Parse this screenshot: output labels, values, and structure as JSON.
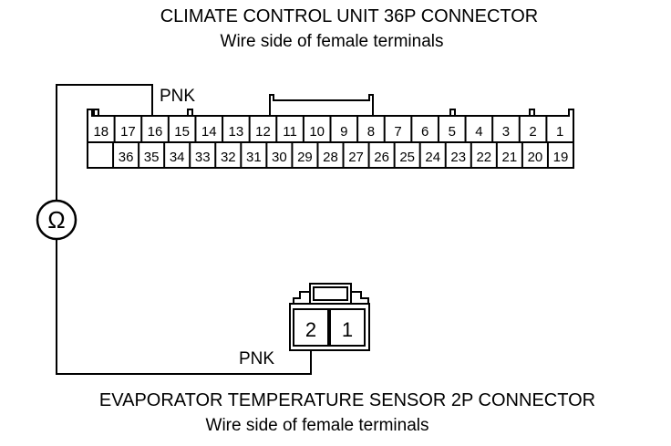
{
  "top_connector": {
    "title": "CLIMATE CONTROL UNIT 36P CONNECTOR",
    "subtitle": "Wire side of female terminals",
    "row1_pins": [
      "18",
      "17",
      "16",
      "15",
      "14",
      "13",
      "12",
      "11",
      "10",
      "9",
      "8",
      "7",
      "6",
      "5",
      "4",
      "3",
      "2",
      "1"
    ],
    "row2_pins": [
      "",
      "36",
      "35",
      "34",
      "33",
      "32",
      "31",
      "30",
      "29",
      "28",
      "27",
      "26",
      "25",
      "24",
      "23",
      "22",
      "21",
      "20",
      "19"
    ]
  },
  "wire": {
    "color_label_top": "PNK",
    "color_label_bottom": "PNK",
    "meter_symbol": "Ω",
    "meter_icon": "ohmmeter-icon"
  },
  "bottom_connector": {
    "title": "EVAPORATOR TEMPERATURE SENSOR 2P CONNECTOR",
    "subtitle": "Wire side of female terminals",
    "pins": [
      "2",
      "1"
    ]
  }
}
